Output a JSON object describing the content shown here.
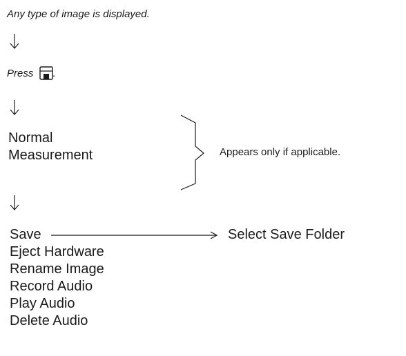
{
  "step1": {
    "text": "Any type of image is displayed."
  },
  "step2": {
    "prefix": "Press",
    "suffix": ".",
    "icon": "save-icon"
  },
  "conditional": {
    "items": [
      "Normal",
      "Measurement"
    ],
    "note": "Appears only if applicable."
  },
  "menu": {
    "items": [
      "Save",
      "Eject Hardware",
      "Rename Image",
      "Record Audio",
      "Play Audio",
      "Delete Audio"
    ],
    "save_target": "Select Save Folder"
  },
  "colors": {
    "text": "#1a1a1a",
    "line": "#1a1a1a"
  }
}
